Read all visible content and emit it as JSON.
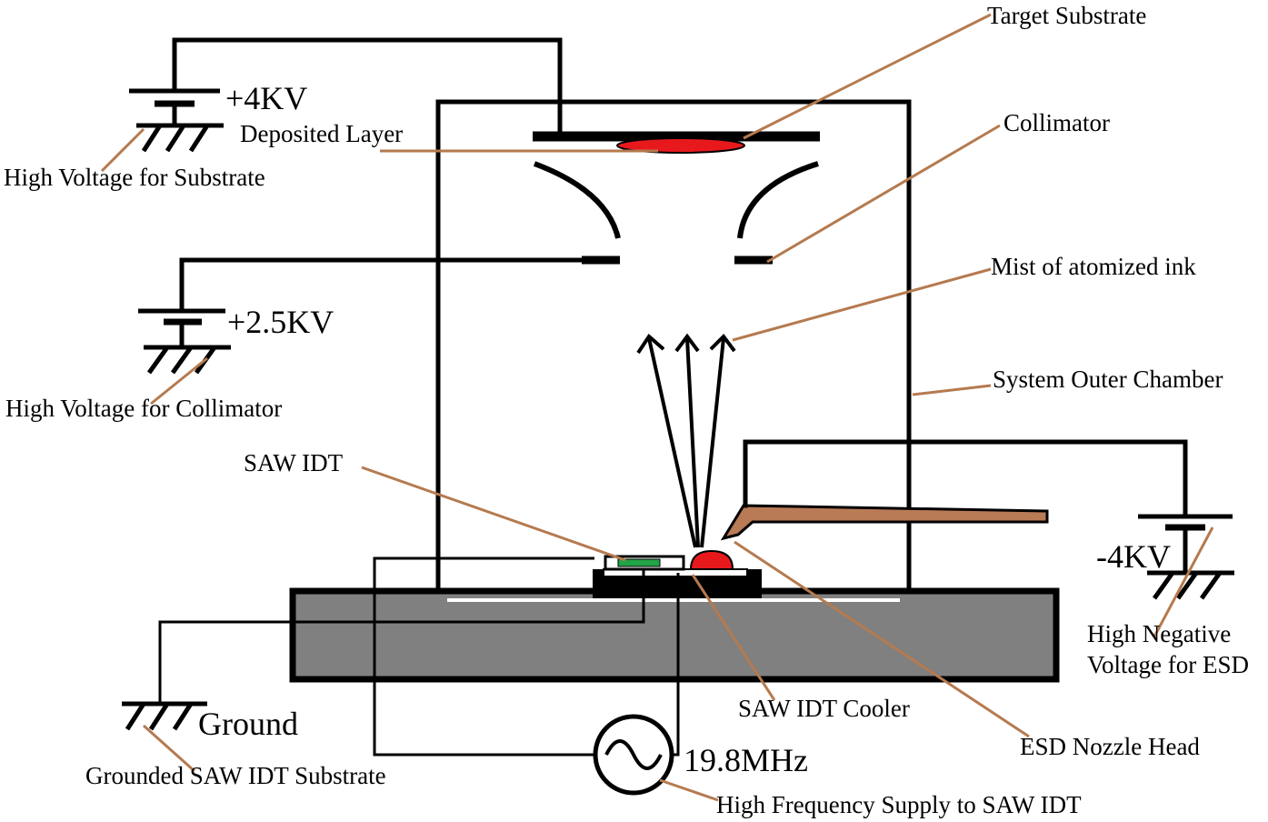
{
  "labels": {
    "target_substrate": "Target Substrate",
    "deposited_layer": "Deposited Layer",
    "collimator": "Collimator",
    "mist": "Mist of atomized ink",
    "outer_chamber": "System Outer Chamber",
    "saw_idt": "SAW IDT",
    "saw_idt_cooler": "SAW IDT Cooler",
    "esd_nozzle_head": "ESD Nozzle Head",
    "hv_substrate": "High Voltage for Substrate",
    "hv_collimator": "High Voltage for Collimator",
    "hv_esd_line1": "High Negative",
    "hv_esd_line2": "Voltage for ESD",
    "ground": "Ground",
    "grounded_substrate": "Grounded SAW IDT Substrate",
    "hf_supply": "High Frequency Supply to SAW IDT"
  },
  "voltages": {
    "substrate": "+4KV",
    "collimator": "+2.5KV",
    "esd": "-4KV",
    "frequency": "19.8MHz"
  },
  "colors": {
    "wire": "#000000",
    "leader": "#b57a4f",
    "deposit": "#e8191d",
    "saw_idt": "#22a447",
    "base": "#808080",
    "nozzle": "#b97a56"
  }
}
